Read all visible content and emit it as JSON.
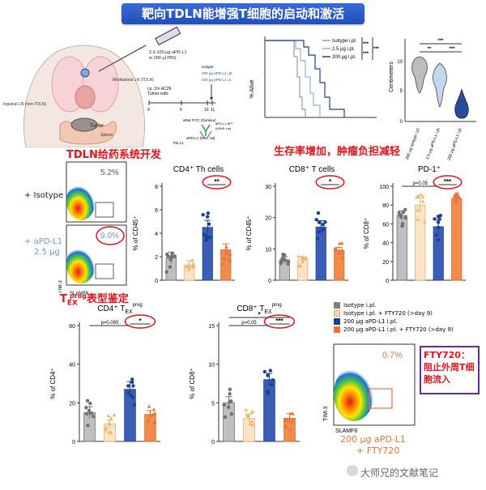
{
  "header": {
    "title": "靶向TDLN能增强T细胞的启动和激活"
  },
  "captions": {
    "tdln": "TDLN给药系统开发",
    "survival": "生存率增加，肿瘤负担减轻",
    "tex": "T",
    "tex_sub": "EX",
    "tex_sup": "prog",
    "tex_tail": "表型鉴定",
    "fty_note": "FTY720：阻止外周T细胞流入",
    "watermark": "大师兄的文献笔记"
  },
  "schematic": {
    "labels": [
      "Inguinal LN (non-TDLN)",
      "Mediastinal LN (TDLN)",
      "Tumor",
      "Spleen"
    ],
    "injection": [
      "2.5-100 μg aPD-L1",
      "in 200 μl PBS"
    ],
    "timeline_ticks": [
      "0",
      "5",
      "10",
      "11"
    ],
    "timeline_labels": [
      "i.p. 10⁶ AC29",
      "Tumor cells"
    ],
    "treatment_labels": [
      "Isotype",
      "200 μg aPD-L1 i.pl.",
      "200 μg aPD-L1 i.v."
    ],
    "fitc_labels": [
      "aRat FITC (Donkey)",
      "aPD-L1 (MIH, rat)",
      "PD-L1",
      "aPD-L1 Bt¹⁰",
      "(MIH5, rat)"
    ]
  },
  "survival": {
    "ylabel": "% Alive",
    "legend": [
      "Isotype i.pl.",
      "2.5 μg i.pl.",
      "200 μg i.pl."
    ],
    "sig": [
      "***",
      "***",
      "***"
    ],
    "colors": [
      "#9a9a9a",
      "#8fb1dc",
      "#1f3f8f"
    ]
  },
  "violin": {
    "ylabel": "Centimeters",
    "ticks": [
      "10",
      "5",
      "0"
    ],
    "xlabels": [
      "200 μg Isotype i.pl.",
      "2.5 μg aPD-L1 i.pl.",
      "200 μg aPD-L1 i.pl."
    ],
    "sig": [
      "***",
      "**",
      "***"
    ]
  },
  "flow_left": {
    "row1_label": "+ Isotype",
    "row1_pct": "5.2%",
    "row2_label": "+ aPD-L1",
    "row2_sub": "2.5 μg",
    "row2_pct": "9.0%",
    "ylabel": "TIM-3",
    "xlabel": "SLAMF6"
  },
  "flow_right": {
    "pct": "0.7%",
    "ylabel": "TIM-3",
    "xlabel": "SLAMF6",
    "caption1": "200 μg aPD-L1",
    "caption2": "+ FTY720"
  },
  "legend_bottom": {
    "items": [
      {
        "label": "Isotype i.pl.",
        "color": "#7f7f7f"
      },
      {
        "label": "Isotype i.pl. + FTY720 (>day 9)",
        "color": "#f6d7b0"
      },
      {
        "label": "200 μg aPD-L1 i.pl.",
        "color": "#1f3f8f"
      },
      {
        "label": "200 μg aPD-L1 i.pl. + FTY720 (>day 9)",
        "color": "#e8743b"
      }
    ]
  },
  "chart_data": [
    {
      "type": "bar",
      "title": "CD4⁺ Th cells",
      "ylabel": "% of CD45⁺",
      "categories": [
        "Isotype i.pl.",
        "Isotype i.pl. + FTY720 (>day 9)",
        "200 μg aPD-L1 i.pl.",
        "200 μg aPD-L1 i.pl. + FTY720 (>day 9)"
      ],
      "values": [
        1.9,
        1.3,
        4.5,
        2.6
      ],
      "errors": [
        0.5,
        0.35,
        0.6,
        0.5
      ],
      "ylim": [
        0,
        8
      ],
      "yticks": [
        0,
        2,
        4,
        6,
        8
      ],
      "sig": "**"
    },
    {
      "type": "bar",
      "title": "CD8⁺ T cells",
      "ylabel": "% of CD45⁺",
      "categories": [
        "Isotype i.pl.",
        "Isotype i.pl. + FTY720 (>day 9)",
        "200 μg aPD-L1 i.pl.",
        "200 μg aPD-L1 i.pl. + FTY720 (>day 9)"
      ],
      "values": [
        6.5,
        6.5,
        17.0,
        9.5
      ],
      "errors": [
        1.0,
        1.0,
        2.0,
        1.0
      ],
      "ylim": [
        0,
        30
      ],
      "yticks": [
        0,
        10,
        20,
        30
      ],
      "sig": "*"
    },
    {
      "type": "bar",
      "title": "PD-1⁺",
      "ylabel": "% of CD8⁺",
      "categories": [
        "Isotype i.pl.",
        "Isotype i.pl. + FTY720 (>day 9)",
        "200 μg aPD-L1 i.pl.",
        "200 μg aPD-L1 i.pl. + FTY720 (>day 9)"
      ],
      "values": [
        69,
        80,
        57,
        87
      ],
      "errors": [
        5,
        8,
        7,
        3
      ],
      "ylim": [
        0,
        100
      ],
      "yticks": [
        0,
        20,
        40,
        60,
        80,
        100
      ],
      "sig": "***",
      "sig2": "p=0.05"
    },
    {
      "type": "bar",
      "title": "CD4⁺ T",
      "title_sub": "EX",
      "title_sup": "prog",
      "ylabel": "% of CD4⁺",
      "categories": [
        "Isotype i.pl.",
        "Isotype i.pl. + FTY720 (>day 9)",
        "200 μg aPD-L1 i.pl.",
        "200 μg aPD-L1 i.pl. + FTY720 (>day 9)"
      ],
      "values": [
        15,
        9,
        27,
        14
      ],
      "errors": [
        3,
        2,
        4,
        2
      ],
      "ylim": [
        0,
        60
      ],
      "yticks": [
        0,
        20,
        40,
        60
      ],
      "sig": "*",
      "sig2": "p=0.065"
    },
    {
      "type": "bar",
      "title": "CD8⁺ T",
      "title_sub": "EX",
      "title_sup": "prog",
      "ylabel": "% of CD8⁺",
      "categories": [
        "Isotype i.pl.",
        "Isotype i.pl. + FTY720 (>day 9)",
        "200 μg aPD-L1 i.pl.",
        "200 μg aPD-L1 i.pl. + FTY720 (>day 9)"
      ],
      "values": [
        5,
        3,
        8,
        3
      ],
      "errors": [
        0.8,
        0.5,
        0.8,
        0.6
      ],
      "ylim": [
        0,
        15
      ],
      "yticks": [
        0,
        5,
        10,
        15
      ],
      "sig": "***",
      "sig2": "p=0.05",
      "sig3": "*"
    }
  ]
}
